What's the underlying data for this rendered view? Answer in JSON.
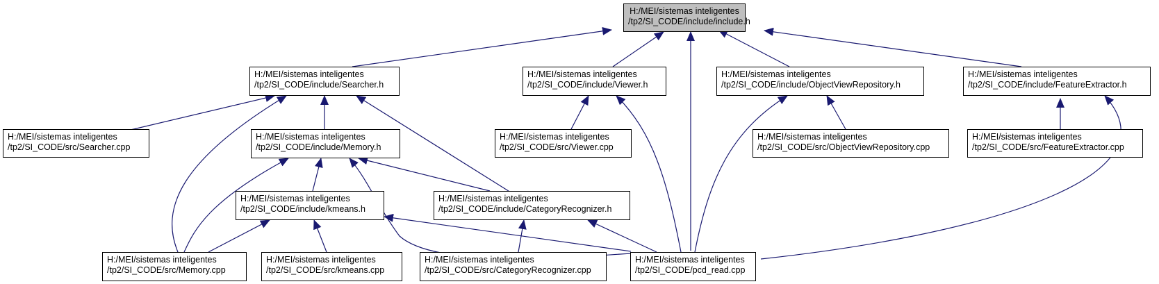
{
  "colors": {
    "edge": "#191970",
    "root_fill": "#bfbfbf",
    "node_fill": "#ffffff",
    "border": "#000000"
  },
  "nodes": {
    "root": {
      "line1": "H:/MEI/sistemas inteligentes",
      "line2": "/tp2/SI_CODE/include/include.h"
    },
    "searcher_h": {
      "line1": "H:/MEI/sistemas inteligentes",
      "line2": "/tp2/SI_CODE/include/Searcher.h"
    },
    "viewer_h": {
      "line1": "H:/MEI/sistemas inteligentes",
      "line2": "/tp2/SI_CODE/include/Viewer.h"
    },
    "ovr_h": {
      "line1": "H:/MEI/sistemas inteligentes",
      "line2": "/tp2/SI_CODE/include/ObjectViewRepository.h"
    },
    "fe_h": {
      "line1": "H:/MEI/sistemas inteligentes",
      "line2": "/tp2/SI_CODE/include/FeatureExtractor.h"
    },
    "searcher_cpp": {
      "line1": "H:/MEI/sistemas inteligentes",
      "line2": "/tp2/SI_CODE/src/Searcher.cpp"
    },
    "memory_h": {
      "line1": "H:/MEI/sistemas inteligentes",
      "line2": "/tp2/SI_CODE/include/Memory.h"
    },
    "viewer_cpp": {
      "line1": "H:/MEI/sistemas inteligentes",
      "line2": "/tp2/SI_CODE/src/Viewer.cpp"
    },
    "ovr_cpp": {
      "line1": "H:/MEI/sistemas inteligentes",
      "line2": "/tp2/SI_CODE/src/ObjectViewRepository.cpp"
    },
    "fe_cpp": {
      "line1": "H:/MEI/sistemas inteligentes",
      "line2": "/tp2/SI_CODE/src/FeatureExtractor.cpp"
    },
    "kmeans_h": {
      "line1": "H:/MEI/sistemas inteligentes",
      "line2": "/tp2/SI_CODE/include/kmeans.h"
    },
    "catrec_h": {
      "line1": "H:/MEI/sistemas inteligentes",
      "line2": "/tp2/SI_CODE/include/CategoryRecognizer.h"
    },
    "memory_cpp": {
      "line1": "H:/MEI/sistemas inteligentes",
      "line2": "/tp2/SI_CODE/src/Memory.cpp"
    },
    "kmeans_cpp": {
      "line1": "H:/MEI/sistemas inteligentes",
      "line2": "/tp2/SI_CODE/src/kmeans.cpp"
    },
    "catrec_cpp": {
      "line1": "H:/MEI/sistemas inteligentes",
      "line2": "/tp2/SI_CODE/src/CategoryRecognizer.cpp"
    },
    "pcd_cpp": {
      "line1": "H:/MEI/sistemas inteligentes",
      "line2": "/tp2/SI_CODE/pcd_read.cpp"
    }
  }
}
